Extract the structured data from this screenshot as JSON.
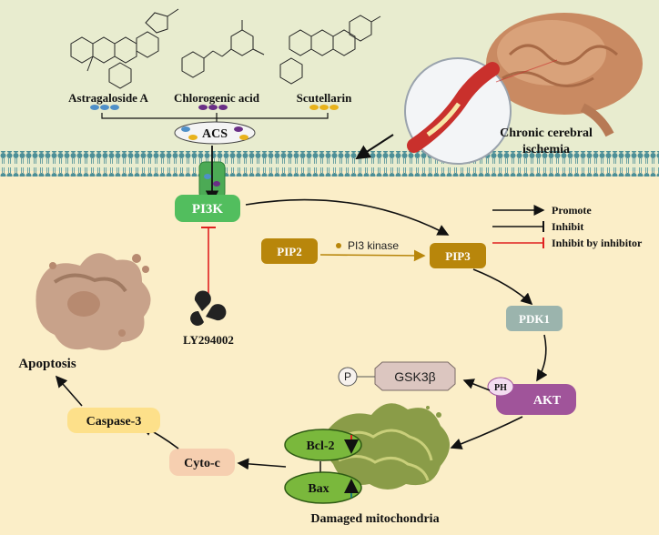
{
  "compounds": [
    {
      "name": "Astragaloside A",
      "dot_color": "#4f90c8"
    },
    {
      "name": "Chlorogenic acid",
      "dot_color": "#6a2f86"
    },
    {
      "name": "Scutellarin",
      "dot_color": "#e8b21a"
    }
  ],
  "acs_label": "ACS",
  "disease_label": [
    "Chronic cerebral",
    "ischemia"
  ],
  "nodes": {
    "pi3k": "PI3K",
    "pip2": "PIP2",
    "pip3": "PIP3",
    "pi3_kinase": "PI3 kinase",
    "inhibitor": "LY294002",
    "pdk1": "PDK1",
    "akt": "AKT",
    "ph": "PH",
    "gsk3b": "GSK3β",
    "phospho": "P",
    "bcl2": "Bcl-2",
    "bax": "Bax",
    "mito": "Damaged mitochondria",
    "cytoc": "Cyto-c",
    "caspase3": "Caspase-3",
    "apoptosis": "Apoptosis"
  },
  "legend": [
    {
      "label": "Promote",
      "style": "arrow",
      "color": "#111111"
    },
    {
      "label": "Inhibit",
      "style": "bar",
      "color": "#111111"
    },
    {
      "label": "Inhibit by inhibitor",
      "style": "bar",
      "color": "#e02020"
    }
  ],
  "colors": {
    "top_bg": "#e8eccf",
    "bottom_bg": "#fbeec8",
    "pi3k": "#52be5e",
    "pip": "#b8860b",
    "pdk1": "#9bb4ad",
    "akt": "#a0549a",
    "gsk3b": "#dcc6c0",
    "bcl2": "#7ab83c",
    "cytoc": "#f6cfb0",
    "caspase3": "#fde08a",
    "inhibit_red": "#e02020"
  }
}
